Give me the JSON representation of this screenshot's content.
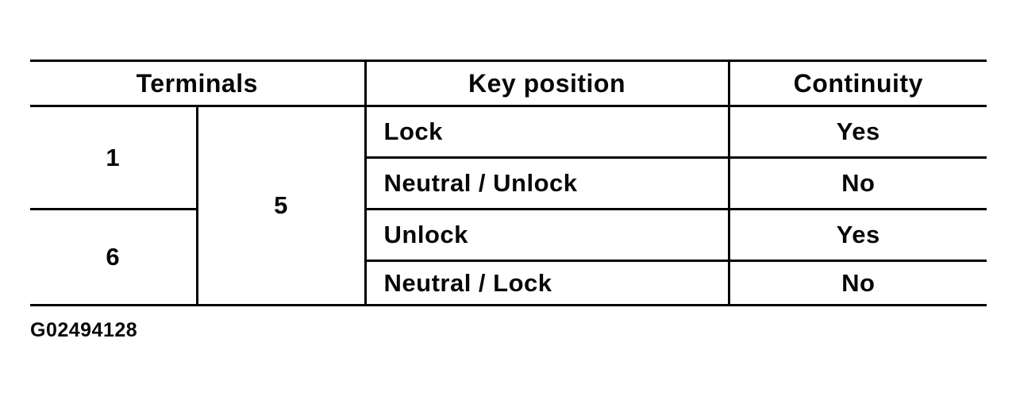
{
  "page": {
    "background_color": "#ffffff",
    "ink_color": "#070707",
    "description": "Scanned service-manual continuity test table"
  },
  "figure_id": "G02494128",
  "table": {
    "headers": {
      "terminals": "Terminals",
      "key_position": "Key position",
      "continuity": "Continuity"
    },
    "terminals": {
      "group_top": "1",
      "group_bottom": "6",
      "common": "5"
    },
    "rows": [
      {
        "key_position": "Lock",
        "continuity": "Yes"
      },
      {
        "key_position": "Neutral / Unlock",
        "continuity": "No"
      },
      {
        "key_position": "Unlock",
        "continuity": "Yes"
      },
      {
        "key_position": "Neutral / Lock",
        "continuity": "No"
      }
    ]
  }
}
